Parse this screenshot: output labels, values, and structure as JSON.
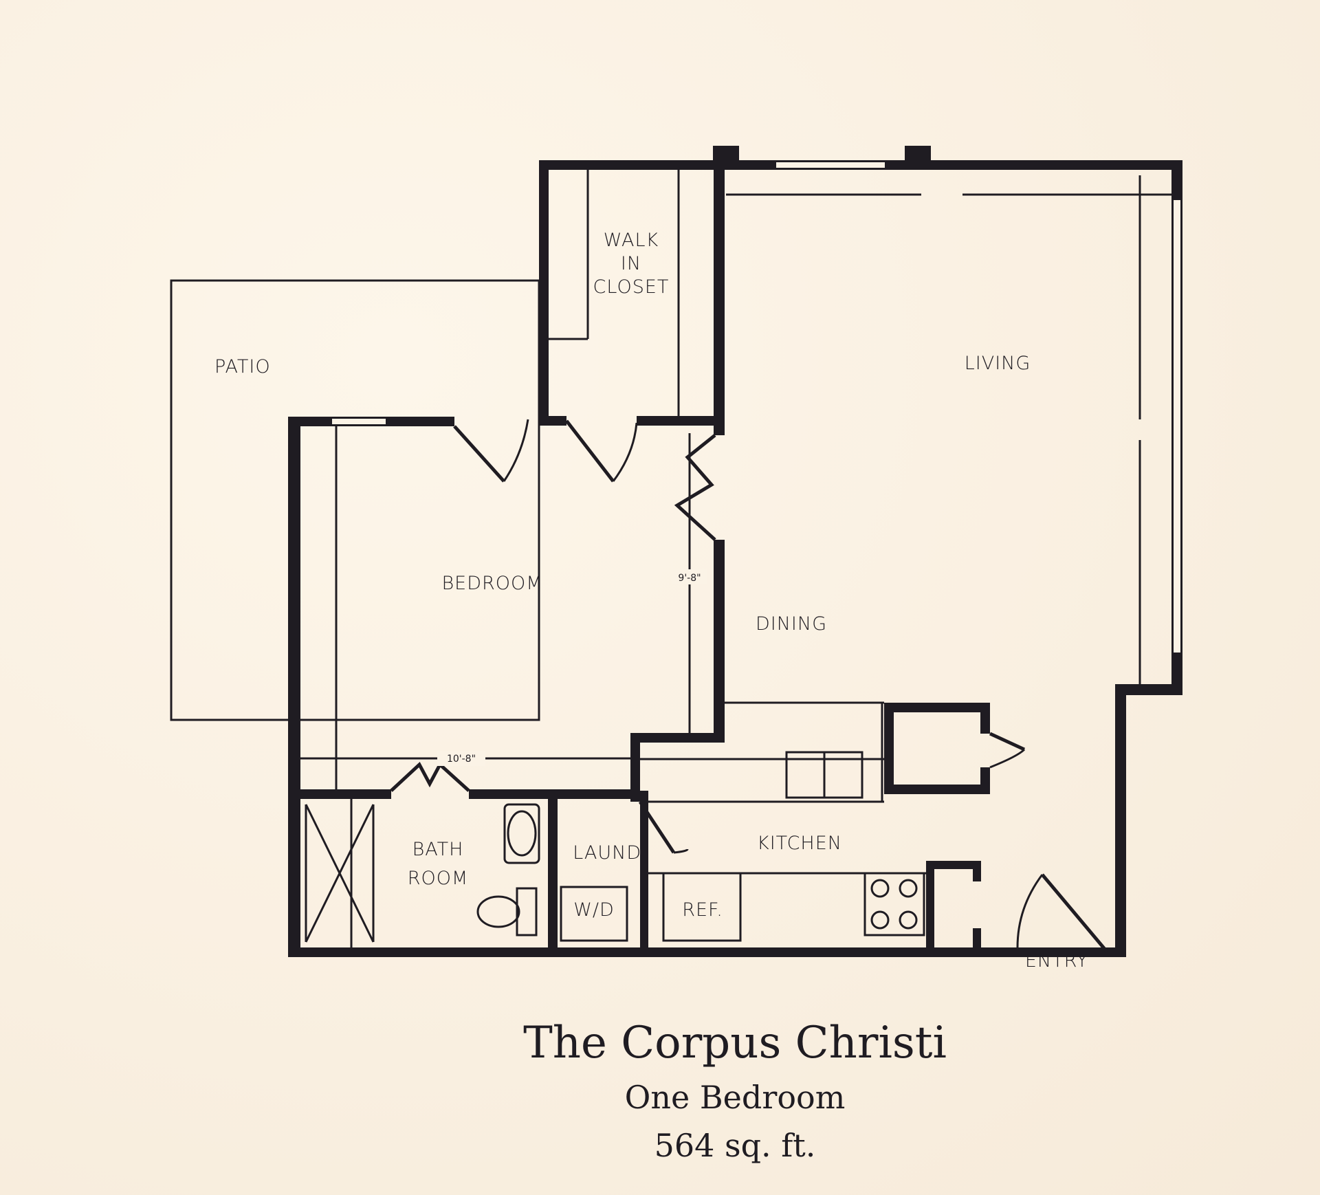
{
  "plan": {
    "rooms": {
      "patio": "PATIO",
      "walk_in_closet": [
        "WALK",
        "IN",
        "CLOSET"
      ],
      "living": "LIVING",
      "bedroom": "BEDROOM",
      "dining": "DINING",
      "bathroom": [
        "BATH",
        "ROOM"
      ],
      "laundry": "LAUND.",
      "kitchen": "KITCHEN",
      "washer_dryer": "W/D",
      "refrigerator": "REF.",
      "entry": "ENTRY"
    },
    "dimensions": {
      "bedroom_width": "10'-8\"",
      "bedroom_depth": "9'-8\""
    }
  },
  "caption": {
    "name": "The Corpus Christi",
    "type": "One Bedroom",
    "area": "564 sq. ft."
  },
  "colors": {
    "ink": "#1f1c22",
    "paper": "#fbf3e6"
  }
}
